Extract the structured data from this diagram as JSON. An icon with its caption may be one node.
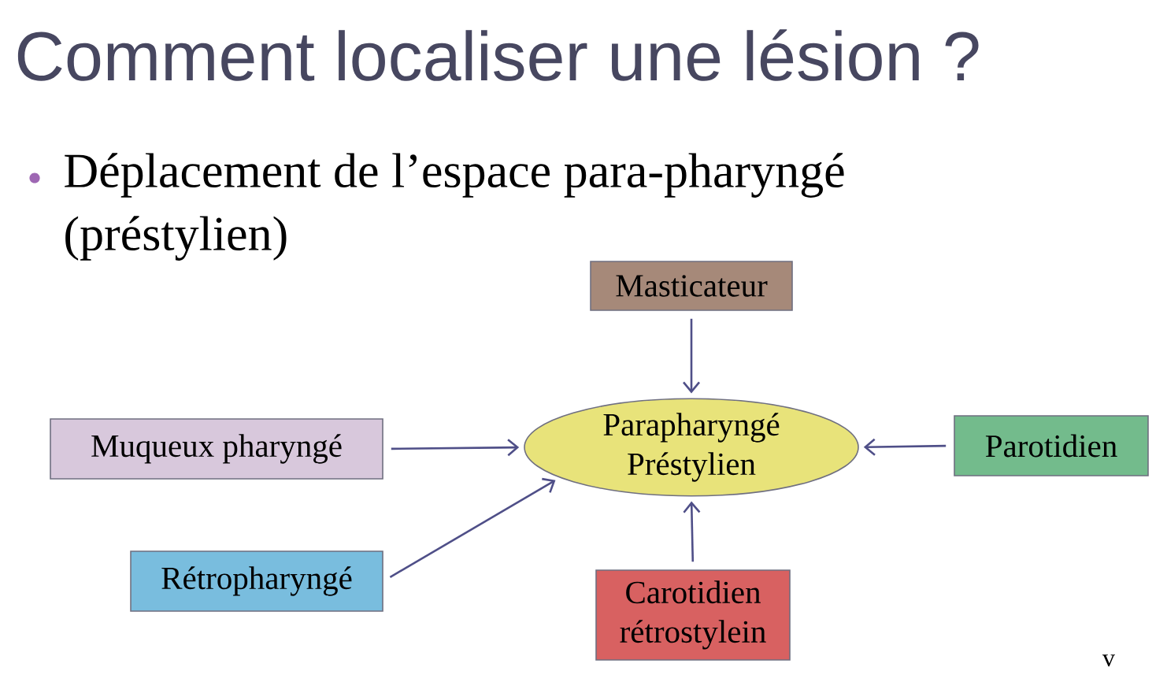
{
  "diagram": {
    "title": "Comment localiser une lésion ?",
    "nodes": [
      {
        "text": [
          "Masticateur"
        ]
      },
      {
        "text": [
          "Muqueux pharyngé"
        ]
      },
      {
        "text": [
          "Parapharyngé Préstylien"
        ]
      },
      {
        "text": [
          "Parotidien"
        ]
      },
      {
        "text": [
          "Rétropharyngé"
        ]
      },
      {
        "text": [
          "Carotidien rétrostylein"
        ]
      }
    ],
    "edges": [
      {
        "from": 0,
        "to": 2,
        "arrow": "to"
      },
      {
        "from": 1,
        "to": 2,
        "arrow": "to"
      },
      {
        "from": 3,
        "to": 2,
        "arrow": "to"
      },
      {
        "from": 4,
        "to": 2,
        "arrow": "to"
      },
      {
        "from": 5,
        "to": 2,
        "arrow": "to"
      }
    ],
    "labels": [
      "Déplacement de l’espace para-pharyngé (préstylien)",
      "v"
    ]
  }
}
